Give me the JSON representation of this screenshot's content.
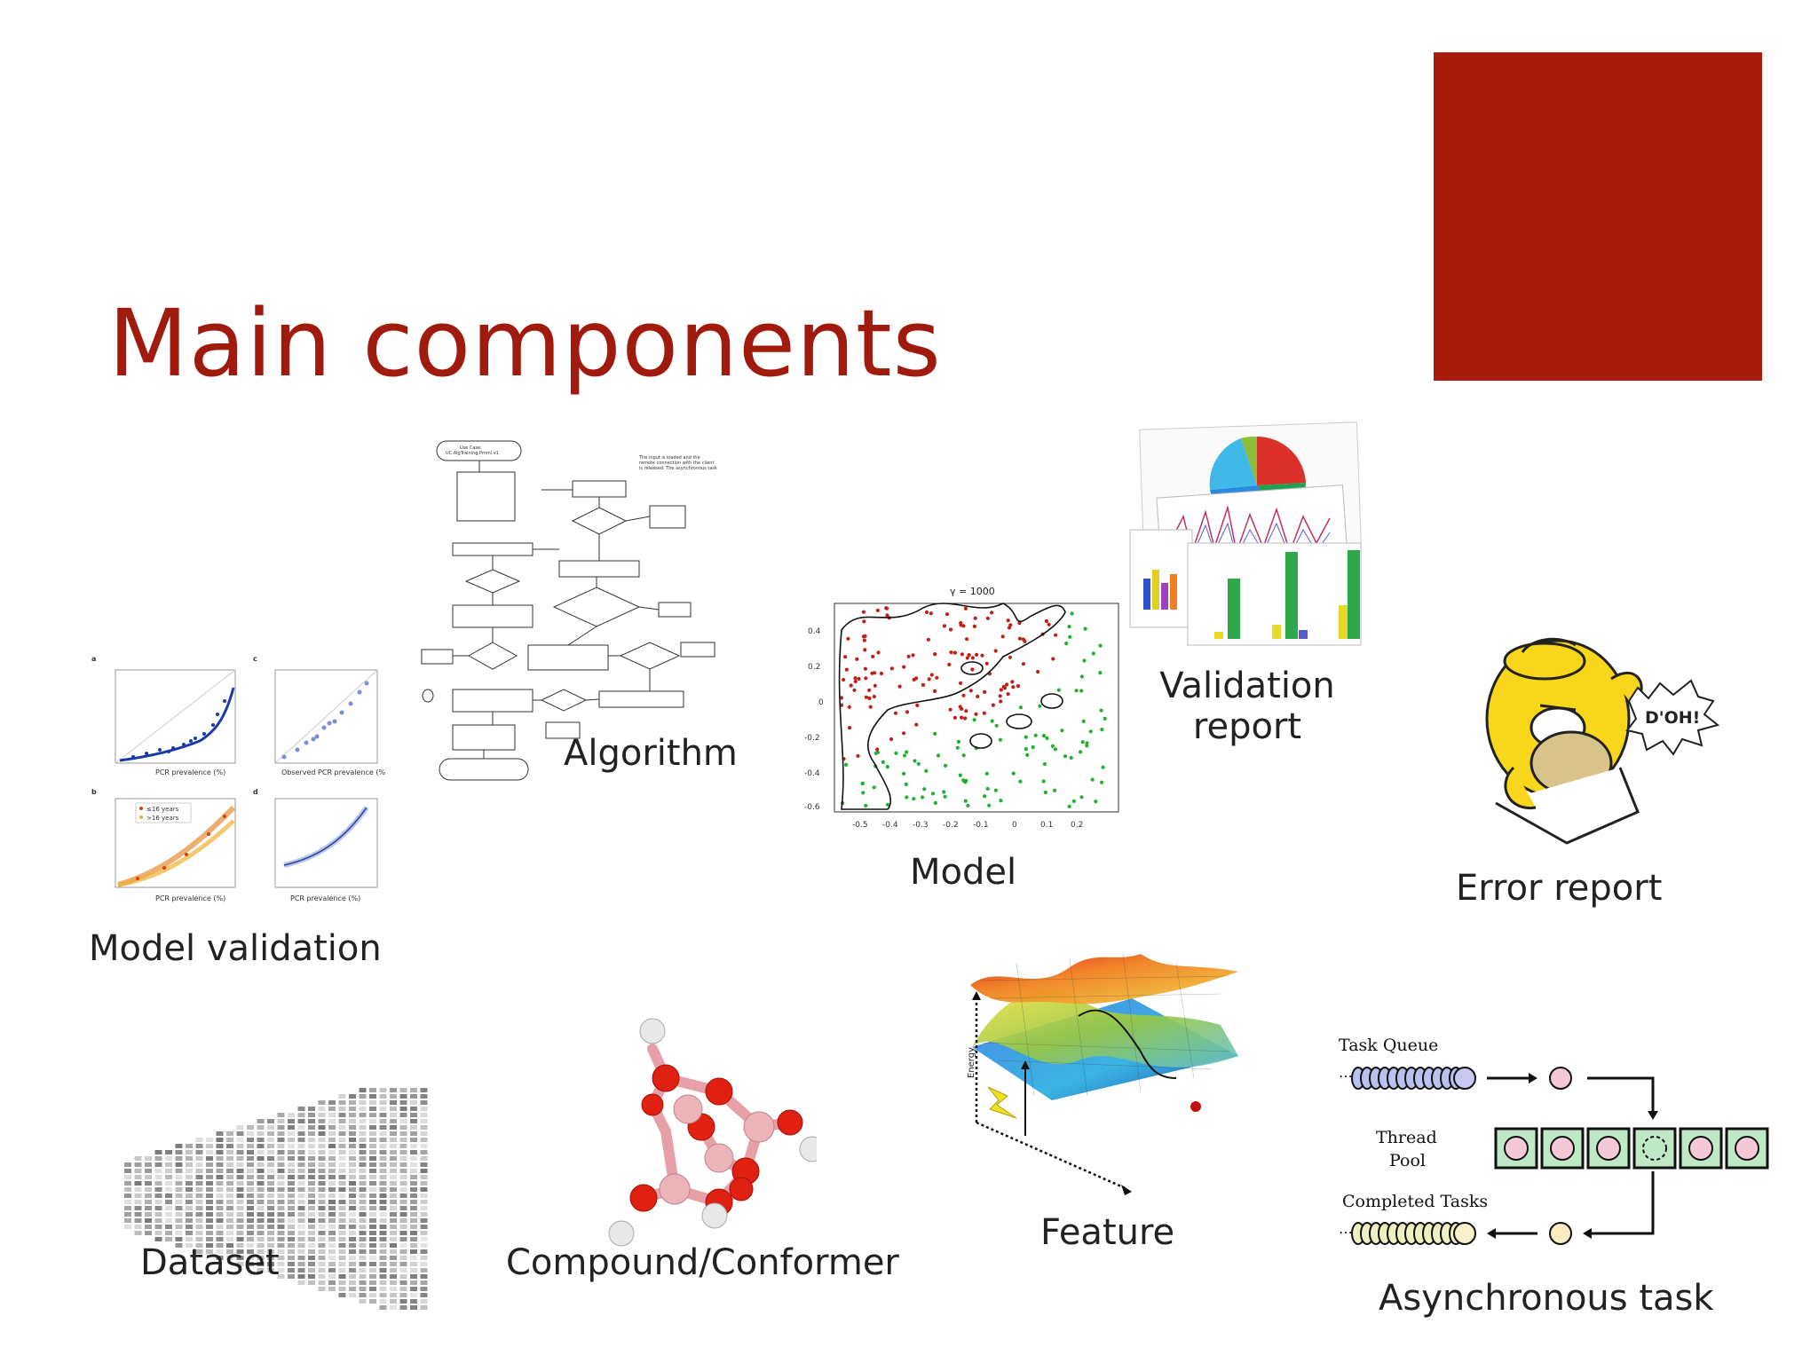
{
  "slide": {
    "title": "Main components",
    "accent_color": "#a81a0a",
    "title_color": "#a11a0e"
  },
  "components": {
    "model_validation": "Model validation",
    "algorithm": "Algorithm",
    "model": "Model",
    "validation_report": "Validation\nreport",
    "error_report": "Error report",
    "dataset": "Dataset",
    "compound": "Compound/Conformer",
    "feature": "Feature",
    "async_task": "Asynchronous task"
  },
  "validation_panels": {
    "panel_labels": [
      "a",
      "b",
      "c",
      "d"
    ],
    "xlabel_a": "PCR prevalence (%)",
    "xlabel_b": "PCR prevalence (%)",
    "xlabel_c": "Observed PCR prevalence (%)",
    "xlabel_d": "PCR prevalence (%)",
    "legend_1": "≤16 years",
    "legend_2": ">16 years"
  },
  "model_plot": {
    "title": "γ = 1000",
    "yticks": [
      "0.4",
      "0.2",
      "0",
      "-0.2",
      "-0.4",
      "-0.6"
    ],
    "xticks": [
      "-0.5",
      "-0.4",
      "-0.3",
      "-0.2",
      "-0.1",
      "0",
      "0.1",
      "0.2"
    ]
  },
  "async_diagram": {
    "task_queue": "Task Queue",
    "thread_pool_1": "Thread",
    "thread_pool_2": "Pool",
    "completed": "Completed Tasks"
  },
  "error_bubble": "D'OH!",
  "feature_axis_label": "Energy"
}
